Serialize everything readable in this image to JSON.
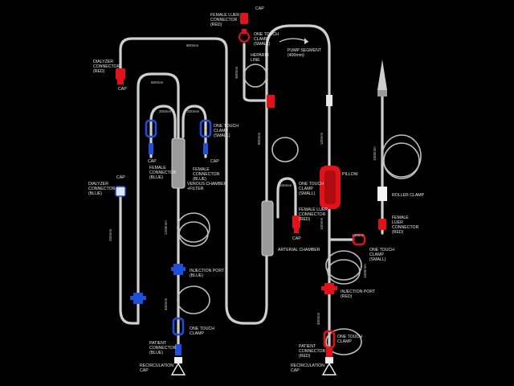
{
  "colors": {
    "red": "#e0121a",
    "blue": "#1f4fd8",
    "tube": "#cfcfcf",
    "chamber": "#9a9a9a"
  },
  "labels": {
    "dialyzer_red": [
      "DIALYZER",
      "CONNECTOR",
      "(RED)"
    ],
    "cap_dialyzer": "CAP",
    "female_luer_red_top": [
      "FEMALE LUER",
      "CONNECTOR",
      "(RED)"
    ],
    "cap_top": "CAP",
    "one_touch_top": [
      "ONE TOUCH",
      "CLAMP",
      "(SMALL)"
    ],
    "heparin": [
      "HEPARIN",
      "LINE"
    ],
    "pump_segment": [
      "PUMP SEGMENT",
      "(400mm)"
    ],
    "one_touch_small_mid": [
      "ONE TOUCH",
      "CLAMP",
      "(SMALL)"
    ],
    "cap_venous_left": "CAP",
    "cap_venous_right": "CAP",
    "female_blue": [
      "FEMALE",
      "CONNECTOR",
      "(BLUE)"
    ],
    "female_blue_right": [
      "FEMALE",
      "CONNECTOR",
      "(BLUE)"
    ],
    "venous_chamber": [
      "VENOUS CHAMBER",
      "+FILTER"
    ],
    "cap_dialyzer_blue": "CAP",
    "dialyzer_blue": [
      "DIALYZER",
      "CONNECTOR",
      "(BLUE)"
    ],
    "one_touch_arterial": [
      "ONE TOUCH",
      "CLAMP",
      "(SMALL)"
    ],
    "female_luer_red_mid": [
      "FEMALE LUER",
      "CONNECTOR",
      "(RED)"
    ],
    "cap_mid": "CAP",
    "arterial_chamber": "ARTERIAL CHAMBER",
    "pillow": "PILLOW",
    "roller_clamp": "ROLLER CLAMP",
    "female_luer_red_right": [
      "FEMALE",
      "LUER",
      "CONNECTOR",
      "(RED)"
    ],
    "one_touch_small_right": [
      "ONE TOUCH",
      "CLAMP",
      "(SMALL)"
    ],
    "injection_blue": [
      "INJECTION PORT",
      "(BLUE)"
    ],
    "injection_red": [
      "INJECTION PORT",
      "(RED)"
    ],
    "one_touch_bottom_left": [
      "ONE TOUCH",
      "CLAMP"
    ],
    "one_touch_bottom_right": [
      "ONE TOUCH",
      "CLAMP"
    ],
    "patient_blue": [
      "PATIENT",
      "CONNECTOR",
      "(BLUE)"
    ],
    "patient_red": [
      "PATIENT",
      "CONNECTOR",
      "(RED)"
    ],
    "recirc_left": [
      "RECIRCULATION",
      "CAP"
    ],
    "recirc_right": [
      "RECIRCULATION",
      "CAP"
    ]
  },
  "dimensions": {
    "top_loop": "800mm",
    "left_inner": "600mm",
    "venous_left_loop": "200mm",
    "venous_right_loop": "200mm",
    "dialyzer_blue_line": "200mm",
    "venous_line_upper": "1200mm",
    "venous_line_lower": "400mm",
    "heparin_len": "300mm",
    "arterial_upper": "800mm",
    "arterial_small_loop": "200mm",
    "arterial_mid": "100mm",
    "arterial_red_branch": "100mm",
    "saline_line": "1500mm",
    "red_branch": "100mm",
    "arterial_lower": "1000mm",
    "arterial_bottom": "400mm"
  }
}
